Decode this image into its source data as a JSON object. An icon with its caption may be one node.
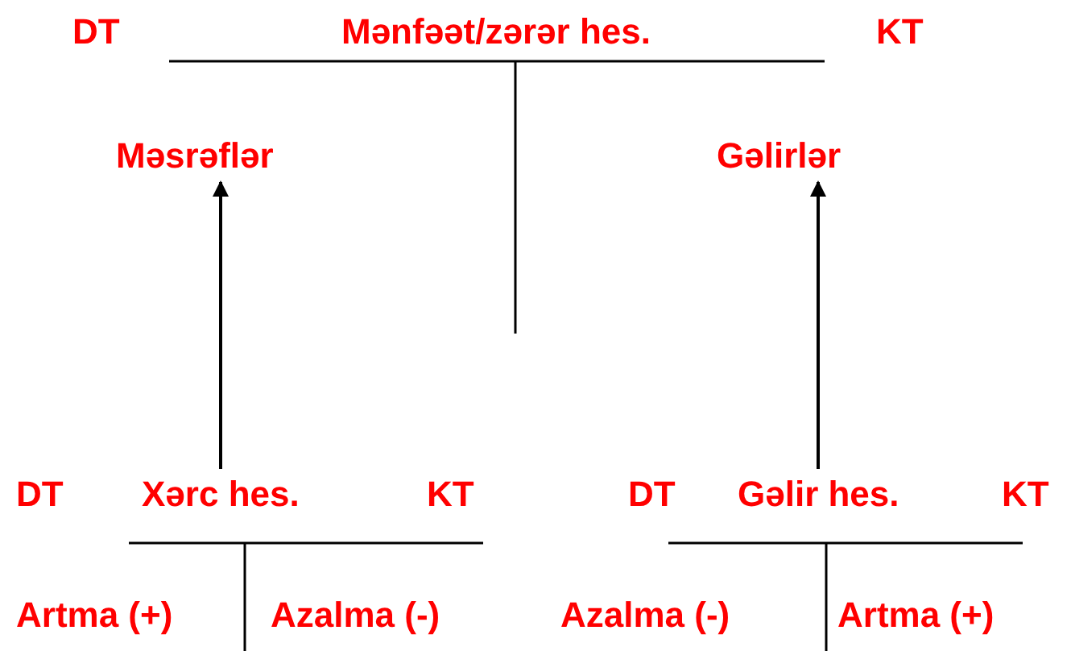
{
  "diagram": {
    "nodes": [
      {
        "text": [
          "Mənfəət/zərər hes."
        ]
      },
      {
        "text": [
          "Məsrəflər"
        ]
      },
      {
        "text": [
          "Gəlirlər"
        ]
      },
      {
        "text": [
          "Xərc hes."
        ]
      },
      {
        "text": [
          "Gəlir hes."
        ]
      }
    ],
    "edges": [
      {
        "from": 3,
        "to": 1,
        "arrow": "to"
      },
      {
        "from": 4,
        "to": 2,
        "arrow": "to"
      }
    ],
    "labels": [
      "DT",
      "KT",
      "DT",
      "KT",
      "DT",
      "KT",
      "Artma (+)",
      "Azalma (-)",
      "Azalma (-)",
      "Artma (+)"
    ]
  }
}
